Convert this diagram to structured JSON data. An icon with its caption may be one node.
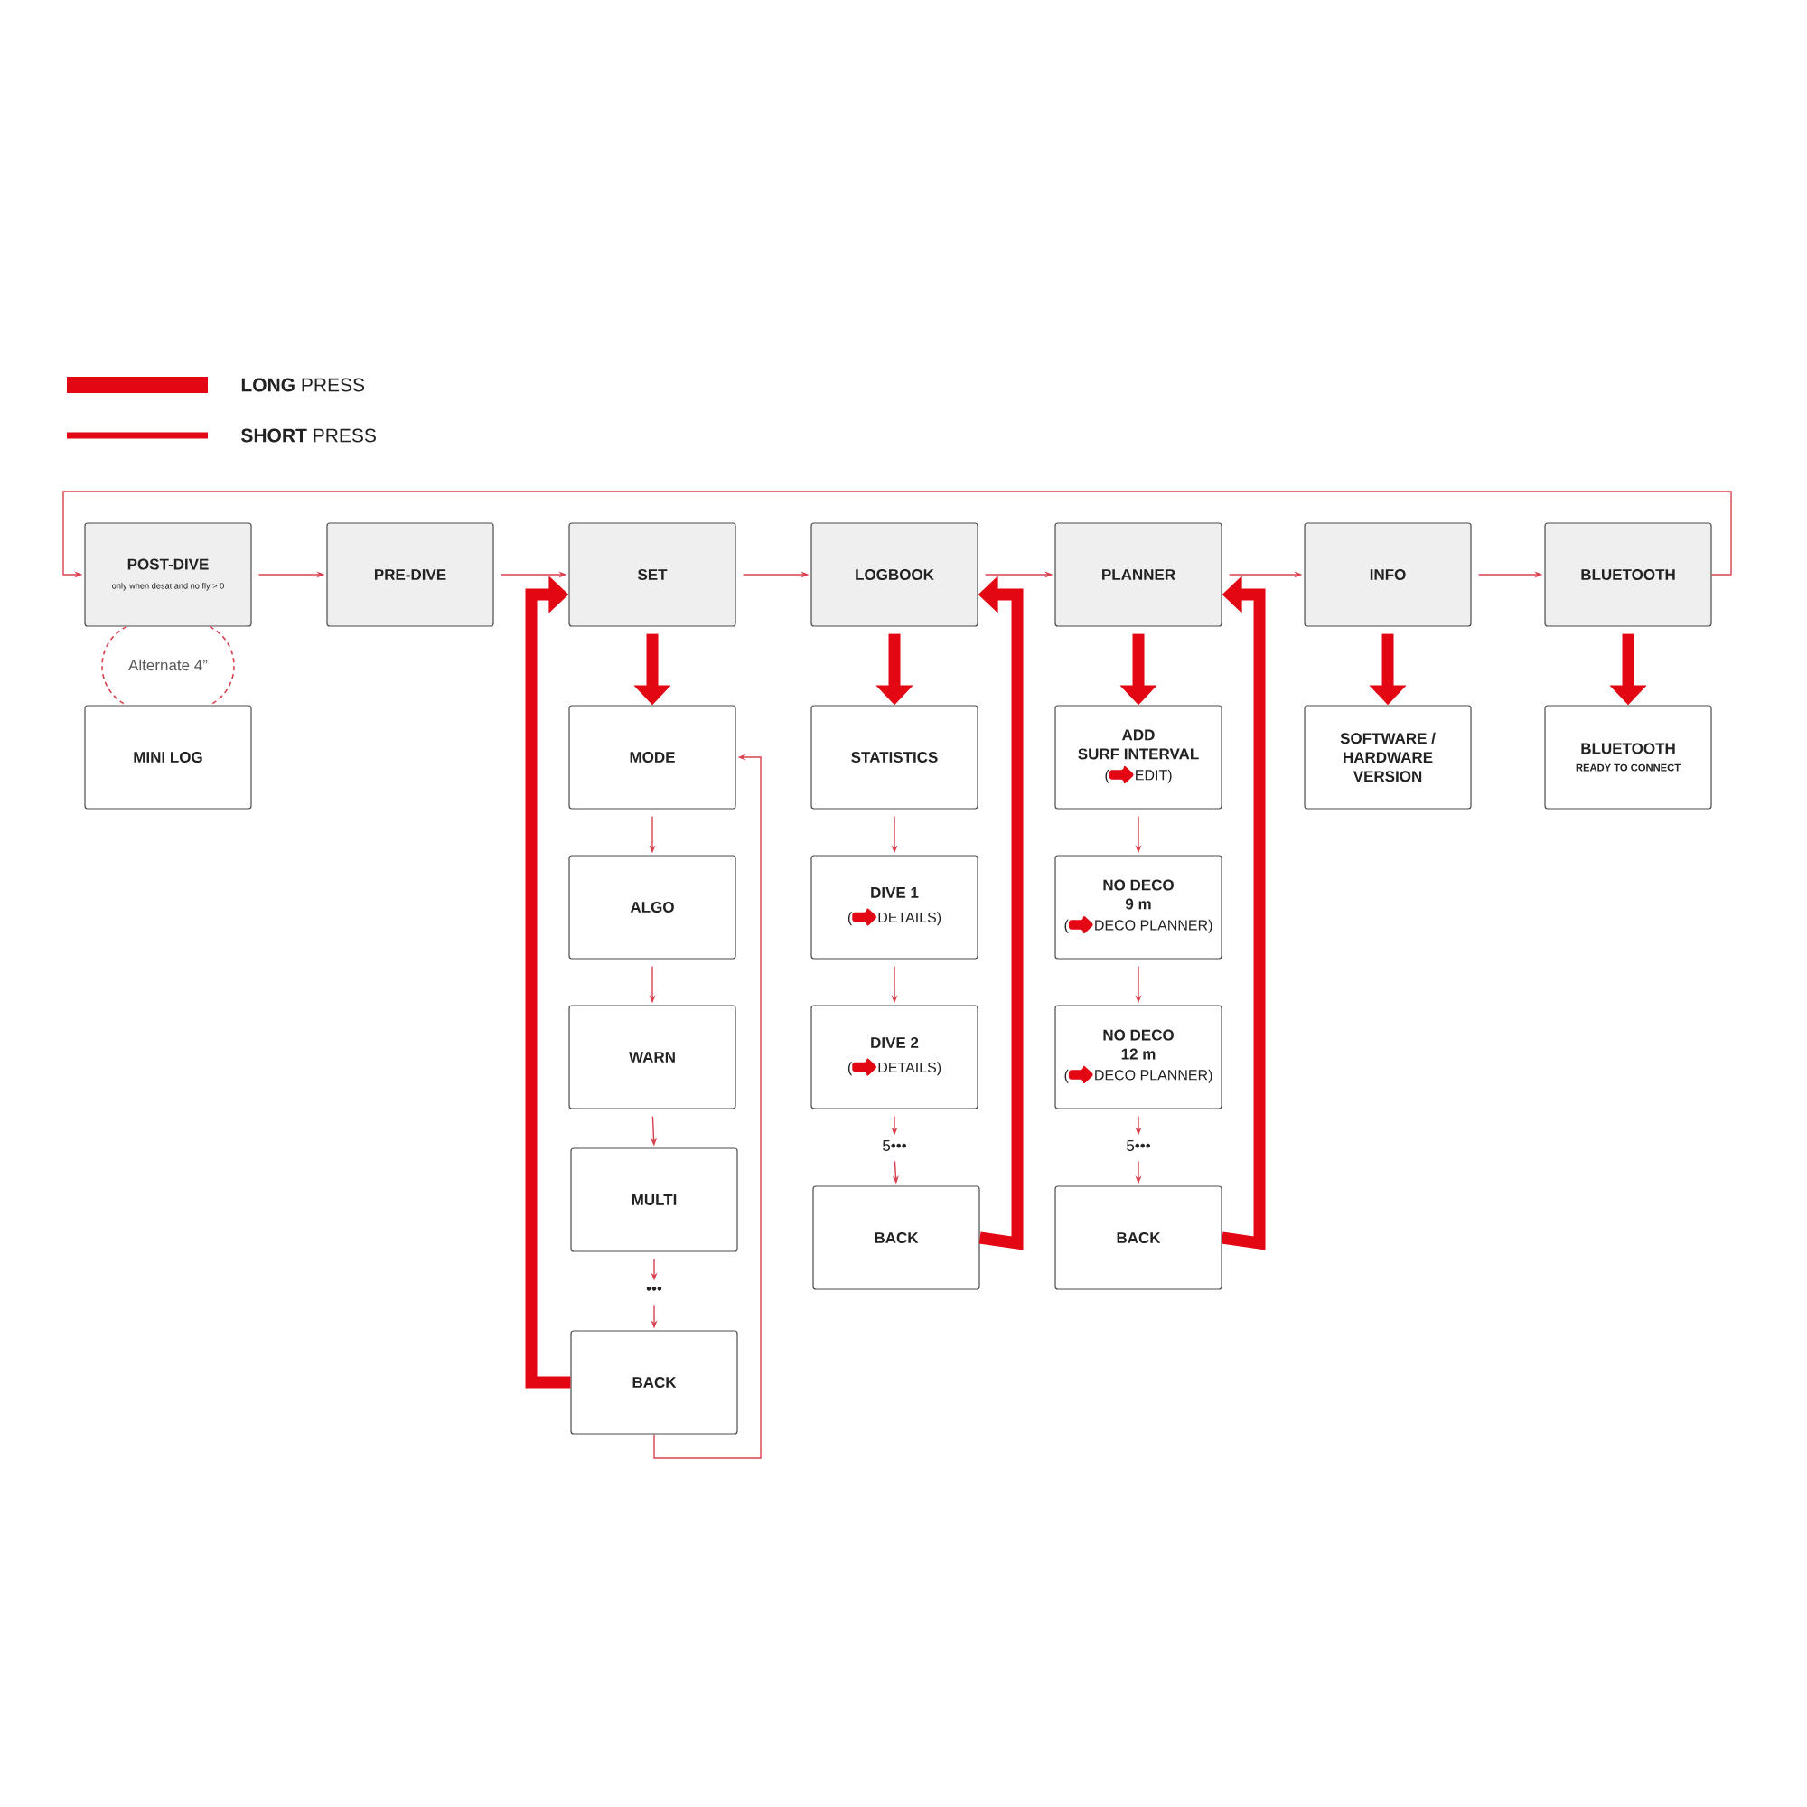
{
  "diagram": {
    "nodes": [
      {
        "text": [
          "POST-DIVE",
          "only when desat and no fly > 0"
        ]
      },
      {
        "text": [
          "PRE-DIVE"
        ]
      },
      {
        "text": [
          "SET"
        ]
      },
      {
        "text": [
          "LOGBOOK"
        ]
      },
      {
        "text": [
          "PLANNER"
        ]
      },
      {
        "text": [
          "INFO"
        ]
      },
      {
        "text": [
          "BLUETOOTH"
        ]
      },
      {
        "text": [
          "MINI LOG"
        ]
      },
      {
        "text": [
          "MODE"
        ]
      },
      {
        "text": [
          "ALGO"
        ]
      },
      {
        "text": [
          "WARN"
        ]
      },
      {
        "text": [
          "MULTI"
        ]
      },
      {
        "text": [
          "•••"
        ]
      },
      {
        "text": [
          "BACK"
        ]
      },
      {
        "text": [
          "STATISTICS"
        ]
      },
      {
        "text": [
          "DIVE 1",
          "(",
          "DETAILS)"
        ]
      },
      {
        "text": [
          "DIVE 2",
          "(",
          "DETAILS)"
        ]
      },
      {
        "text": [
          "5•••"
        ]
      },
      {
        "text": [
          "BACK"
        ]
      },
      {
        "text": [
          "ADD SURF INTERVAL",
          "(",
          "EDIT)"
        ]
      },
      {
        "text": [
          "NO DECO 9 m",
          "(",
          "DECO PLANNER)"
        ]
      },
      {
        "text": [
          "NO DECO 12 m",
          "(",
          "DECO PLANNER)"
        ]
      },
      {
        "text": [
          "5•••"
        ]
      },
      {
        "text": [
          "BACK"
        ]
      },
      {
        "text": [
          "SOFTWARE / HARDWARE VERSION"
        ]
      },
      {
        "text": [
          "BLUETOOTH",
          "READY TO CONNECT"
        ]
      }
    ],
    "edges": [
      {
        "from": 0,
        "to": 1,
        "arrow": "to"
      },
      {
        "from": 1,
        "to": 2,
        "arrow": "to"
      },
      {
        "from": 2,
        "to": 3,
        "arrow": "to"
      },
      {
        "from": 3,
        "to": 4,
        "arrow": "to"
      },
      {
        "from": 4,
        "to": 5,
        "arrow": "to"
      },
      {
        "from": 5,
        "to": 6,
        "arrow": "to"
      },
      {
        "from": 6,
        "to": 0,
        "arrow": "to"
      },
      {
        "from": 8,
        "to": 9,
        "arrow": "to"
      },
      {
        "from": 9,
        "to": 10,
        "arrow": "to"
      },
      {
        "from": 10,
        "to": 11,
        "arrow": "to"
      },
      {
        "from": 11,
        "to": 12,
        "arrow": "to"
      },
      {
        "from": 12,
        "to": 13,
        "arrow": "to"
      },
      {
        "from": 13,
        "to": 8,
        "arrow": "to"
      },
      {
        "from": 14,
        "to": 15,
        "arrow": "to"
      },
      {
        "from": 15,
        "to": 16,
        "arrow": "to"
      },
      {
        "from": 16,
        "to": 17,
        "arrow": "to"
      },
      {
        "from": 17,
        "to": 18,
        "arrow": "to"
      },
      {
        "from": 19,
        "to": 20,
        "arrow": "to"
      },
      {
        "from": 20,
        "to": 21,
        "arrow": "to"
      },
      {
        "from": 21,
        "to": 22,
        "arrow": "to"
      },
      {
        "from": 22,
        "to": 23,
        "arrow": "to"
      },
      {
        "from": 2,
        "to": 8,
        "arrow": "to",
        "style": "thick"
      },
      {
        "from": 3,
        "to": 14,
        "arrow": "to",
        "style": "thick"
      },
      {
        "from": 4,
        "to": 19,
        "arrow": "to",
        "style": "thick"
      },
      {
        "from": 5,
        "to": 24,
        "arrow": "to",
        "style": "thick"
      },
      {
        "from": 6,
        "to": 25,
        "arrow": "to",
        "style": "thick"
      },
      {
        "from": 13,
        "to": 2,
        "arrow": "to",
        "style": "thick"
      },
      {
        "from": 18,
        "to": 3,
        "arrow": "to",
        "style": "thick"
      },
      {
        "from": 23,
        "to": 4,
        "arrow": "to",
        "style": "thick"
      },
      {
        "from": 0,
        "to": 7,
        "arrow": "none",
        "style": "dashed"
      },
      {
        "from": 0,
        "to": 7,
        "arrow": "none",
        "style": "dashed"
      }
    ],
    "labels": [
      "Alternate 4”"
    ],
    "legend": [
      {
        "text": "**LONG** PRESS"
      },
      {
        "text": "**SHORT** PRESS"
      }
    ]
  }
}
